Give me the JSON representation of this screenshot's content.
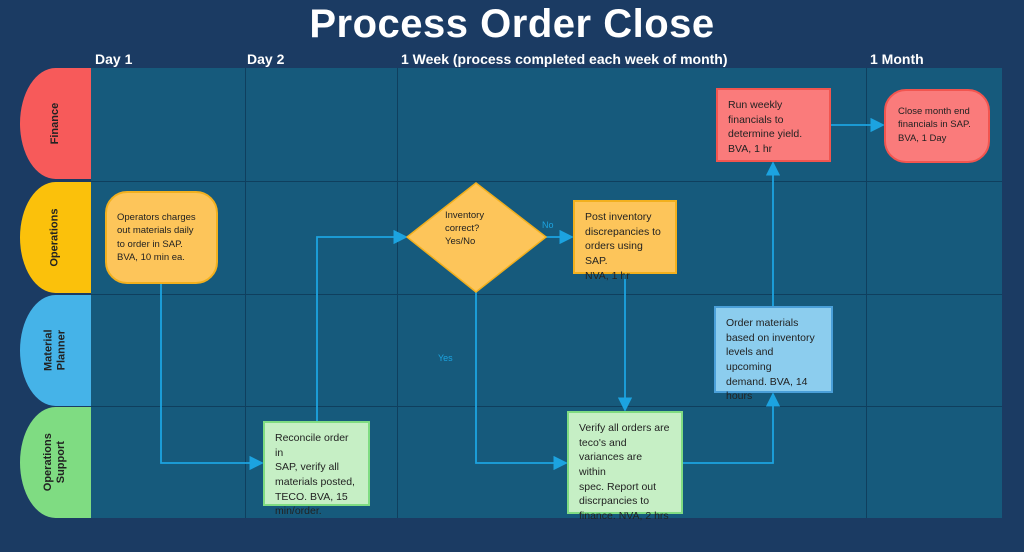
{
  "title": "Process Order Close",
  "columns": [
    "Day 1",
    "Day 2",
    "1 Week (process completed each week of month)",
    "1 Month"
  ],
  "lanes": [
    {
      "label": "Finance",
      "color": "#f75a5a"
    },
    {
      "label": "Operations",
      "color": "#fbc10b"
    },
    {
      "label": "Material\nPlanner",
      "color": "#45b3e8"
    },
    {
      "label": "Operations\nSupport",
      "color": "#7fdc82"
    }
  ],
  "steps": {
    "operators": "Operators charges\nout materials daily\nto order in SAP.\nBVA, 10 min ea.",
    "reconcile": "Reconcile order in\nSAP, verify all\nmaterials posted,\nTECO.  BVA, 15\nmin/order.",
    "decision": "Inventory\ncorrect?\nYes/No",
    "post": "Post inventory\ndiscrepancies to\norders using SAP.\nNVA, 1 hr",
    "verify": "Verify all orders are\nteco's and\nvariances are within\nspec.  Report out\ndiscrpancies to\nfinance.  NVA, 2 hrs",
    "order": "Order materials\nbased on inventory\nlevels and upcoming\ndemand.  BVA, 14\nhours",
    "weekly": "Run weekly\nfinancials to\ndetermine yield.\nBVA, 1 hr",
    "month": "Close month end\nfinancials in SAP.\nBVA, 1 Day"
  },
  "labels": {
    "no": "No",
    "yes": "Yes"
  },
  "colors": {
    "connector": "#1ca3e0"
  }
}
